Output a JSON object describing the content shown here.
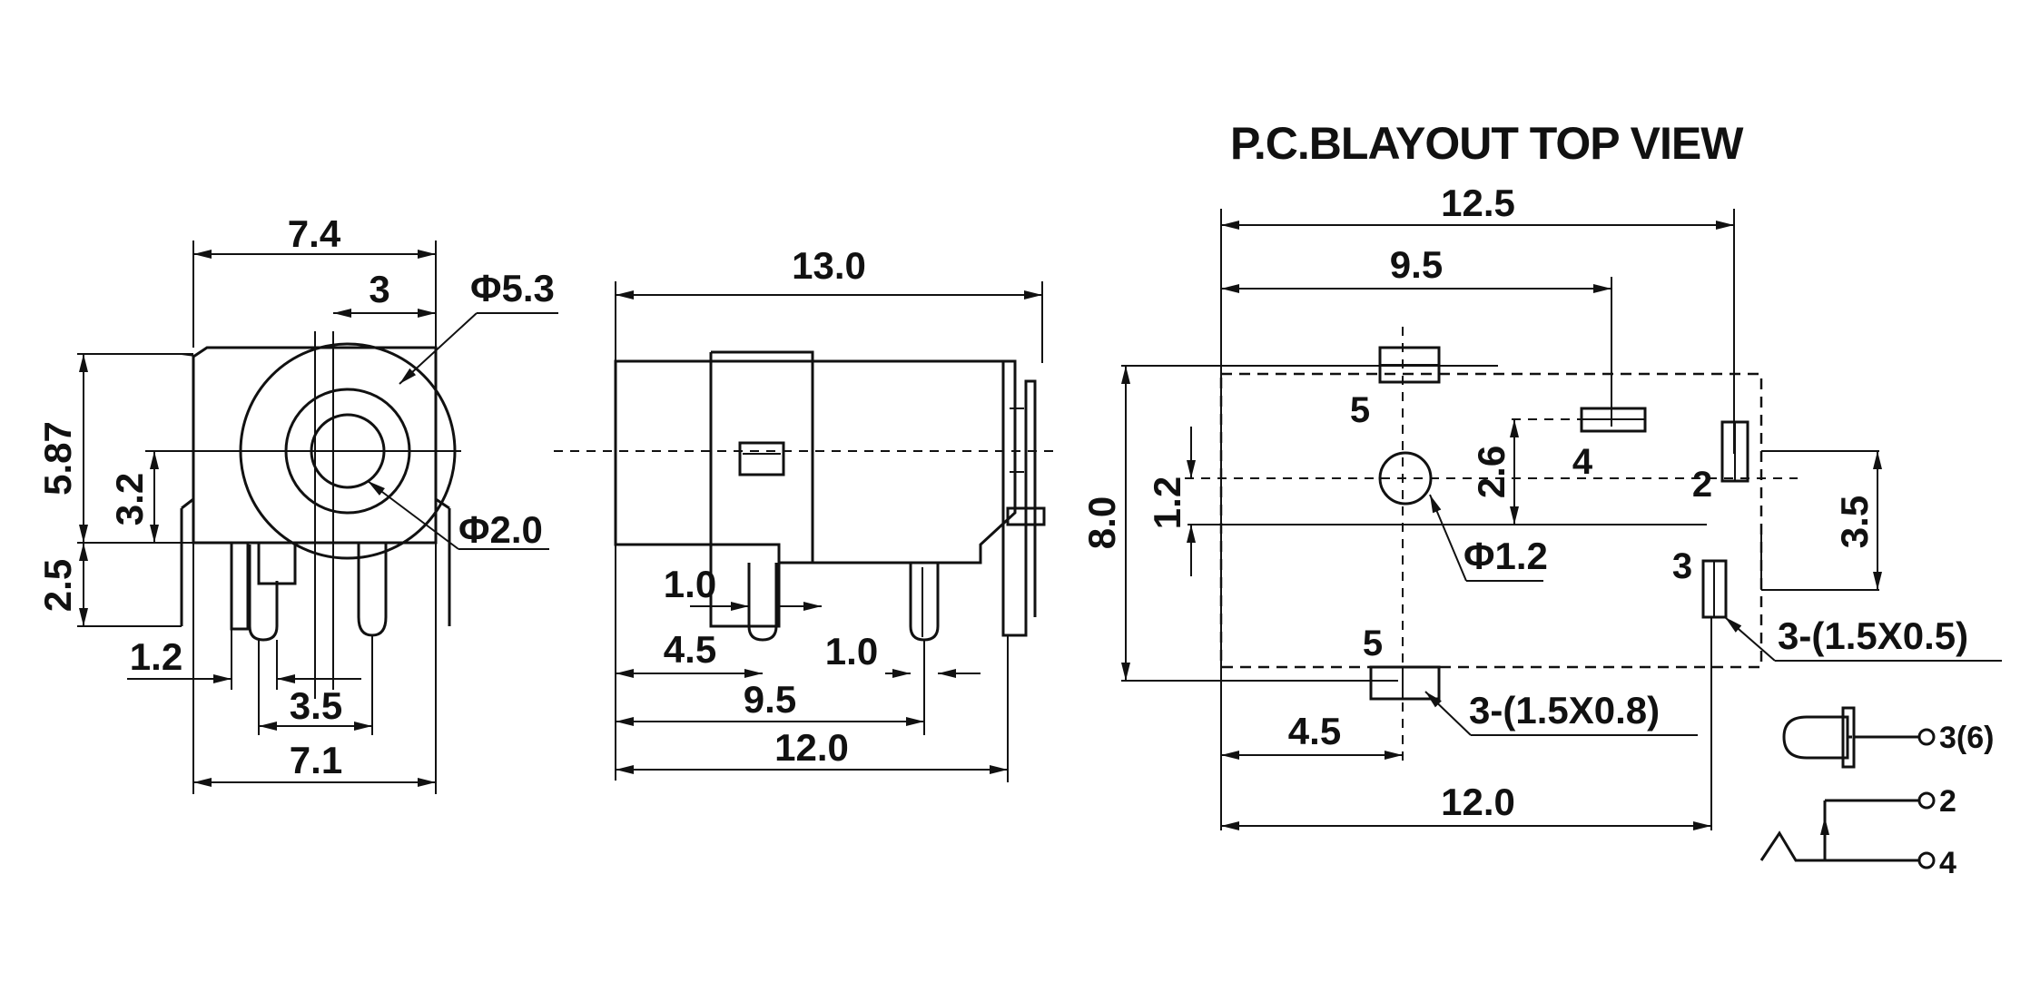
{
  "title": "P.C.BLAYOUT TOP VIEW",
  "front_view": {
    "width_top": "7.4",
    "offset_3": "3",
    "dia_outer": "Φ5.3",
    "dia_inner": "Φ2.0",
    "height_total": "5.87",
    "height_center": "3.2",
    "pin_len": "2.5",
    "pin_w": "1.2",
    "pin_pitch": "3.5",
    "width_bottom": "7.1"
  },
  "side_view": {
    "length": "13.0",
    "pin_w1": "1.0",
    "pin_w2": "1.0",
    "pin_pos1": "4.5",
    "pin_pos2": "9.5",
    "length_bottom": "12.0"
  },
  "pcb_view": {
    "width_total": "12.5",
    "width_pin4": "9.5",
    "height": "8.0",
    "hole_offset": "1.2",
    "pin4_offset": "2.6",
    "pin2_offset": "3.5",
    "hole_dia": "Φ1.2",
    "slot_spec_1": "3-(1.5X0.5)",
    "slot_spec_2": "3-(1.5X0.8)",
    "pin5_pos": "4.5",
    "length_bottom": "12.0",
    "pin_labels": [
      "5",
      "4",
      "2",
      "3",
      "5"
    ]
  },
  "schematic": {
    "terminals": [
      "3(6)",
      "2",
      "4"
    ]
  }
}
